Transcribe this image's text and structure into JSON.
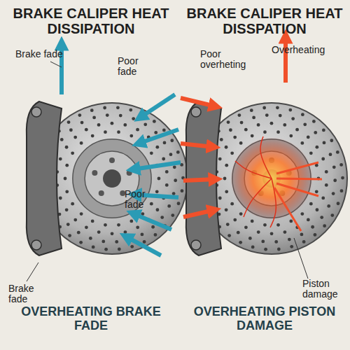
{
  "diagram": {
    "labels": [
      "BRAKE CALIPER HEAT DISSIPATION",
      "BRAKE CALIPER HEAT DISSPATION",
      "Brake fade",
      "Poor fade",
      "Poor overheting",
      "Overheating",
      "Poor fade",
      "Brake fade",
      "Piston damage",
      "OVERHEATING BRAKE FADE",
      "OVERHEATING PISTON DAMAGE"
    ]
  }
}
